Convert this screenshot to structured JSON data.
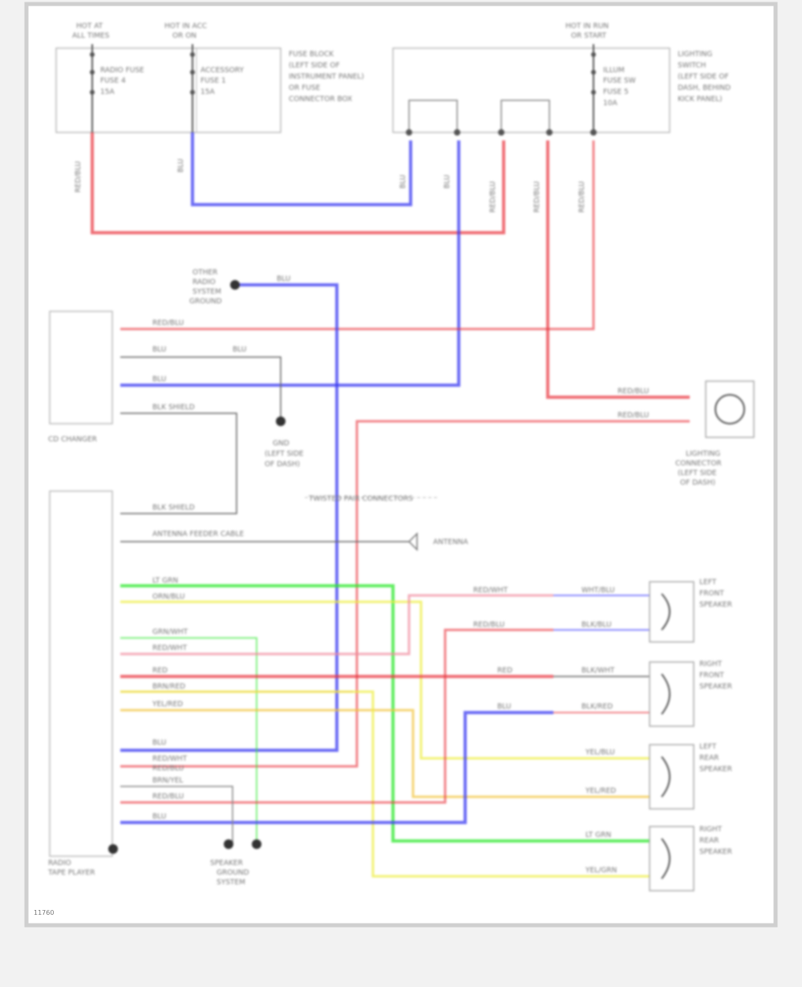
{
  "diagram": {
    "footer_id": "11760",
    "top_labels": {
      "hot_at_all_times": [
        "HOT AT",
        "ALL TIMES"
      ],
      "hot_in_acc": [
        "HOT IN ACC",
        "OR ON"
      ],
      "hot_in_run": [
        "HOT IN RUN",
        "OR START"
      ],
      "fuse_a": [
        "RADIO FUSE",
        "FUSE 4",
        "15A"
      ],
      "fuse_b": [
        "ACCESSORY",
        "FUSE 1",
        "15A"
      ],
      "fuse_c": [
        "ILLUM",
        "FUSE SW",
        "FUSE 5",
        "10A"
      ],
      "fuse_box_note": [
        "FUSE BLOCK",
        "(LEFT SIDE OF",
        "INSTRUMENT PANEL)",
        "OR FUSE",
        "CONNECTOR BOX"
      ],
      "right_note": [
        "LIGHTING",
        "SWITCH",
        "(LEFT SIDE OF",
        "DASH, BEHIND",
        "KICK PANEL)"
      ]
    },
    "wire_colors": {
      "red": "#e8323c",
      "blue": "#3b3bf2",
      "green": "#2ee82e",
      "yellow": "#ecec3a",
      "orange": "#f2c33a",
      "pink": "#f08a9c",
      "gray": "#8a8a8a",
      "dark": "#444444"
    },
    "wire_labels": {
      "w1": "RED/BLU",
      "w2": "BLU",
      "w3": "BLU",
      "w4": "BLU",
      "w5": "RED/BLU",
      "w6": "RED/BLU",
      "w7": "RED/BLU",
      "ground_wire": "BLU",
      "ground_note": [
        "OTHER",
        "RADIO",
        "SYSTEM",
        "GROUND"
      ],
      "cd_wire1": "RED/BLU",
      "cd_wire2": "BLU",
      "cd_wire3": "BLU",
      "shield_a": "BLK SHIELD",
      "shield_b": "BLK SHIELD",
      "antenna_cable": "ANTENNA FEEDER CABLE",
      "antenna": "ANTENNA",
      "gnd_note": [
        "GND",
        "(LEFT SIDE",
        "OF DASH)"
      ],
      "lighting_conn": [
        "LIGHTING",
        "CONNECTOR",
        "(LEFT SIDE",
        "OF DASH)"
      ],
      "lt_red1": "RED/BLU",
      "lt_red2": "RED/BLU",
      "dashed_note": "TWISTED PAIR CONNECTORS"
    },
    "components": {
      "cd_changer": "CD CHANGER",
      "radio": [
        "RADIO",
        "TAPE PLAYER"
      ],
      "speaker_ground": [
        "SPEAKER",
        "GROUND",
        "SYSTEM"
      ],
      "speakers": [
        [
          "LEFT",
          "FRONT",
          "SPEAKER"
        ],
        [
          "RIGHT",
          "FRONT",
          "SPEAKER"
        ],
        [
          "LEFT",
          "REAR",
          "SPEAKER"
        ],
        [
          "RIGHT",
          "REAR",
          "SPEAKER"
        ]
      ]
    },
    "radio_pins": [
      "LT GRN",
      "ORN/BLU",
      "",
      "GRN/WHT",
      "RED/WHT",
      "RED",
      "BRN/RED",
      "YEL/RED",
      "BLU",
      "RED/WHT",
      "RED/BLU",
      "BRN/YEL",
      "RED/BLU",
      "BLU"
    ],
    "speaker_wires": {
      "lf_pos_left": "RED/WHT",
      "lf_pos_right": "WHT/BLU",
      "lf_neg_left": "RED/BLU",
      "lf_neg_right": "BLK/BLU",
      "rf_pos_left": "RED",
      "rf_pos_right": "BLK/WHT",
      "rf_neg_left": "BLU",
      "rf_neg_right": "BLK/RED",
      "lr_pos": "YEL/BLU",
      "lr_neg": "YEL/RED",
      "rr_pos": "LT GRN",
      "rr_neg": "YEL/GRN"
    }
  }
}
